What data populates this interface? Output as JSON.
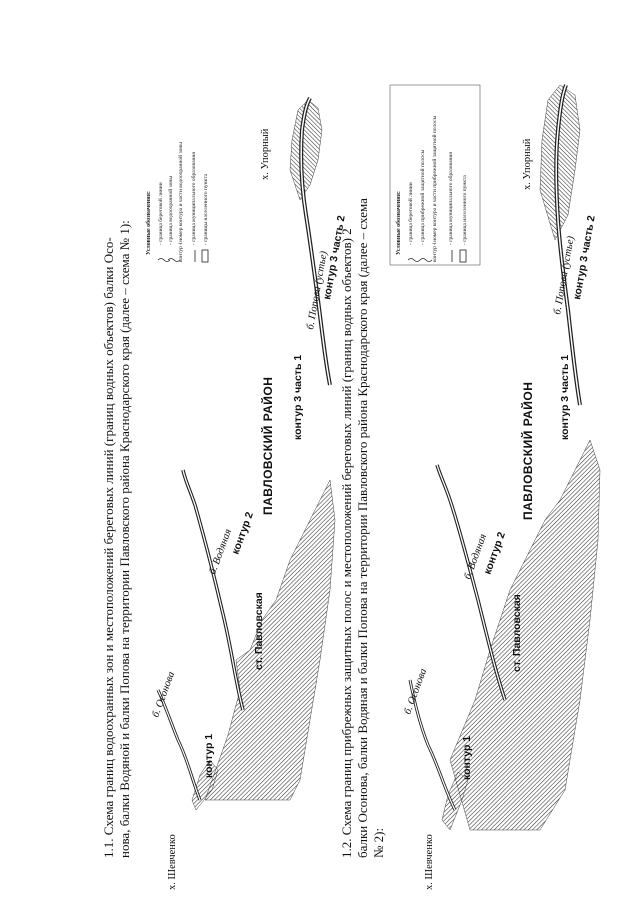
{
  "section1": {
    "line1": "1.1.    Схема границ водоохранных зон и местоположений береговых линий (границ водных объектов) балки Осо-",
    "line2": "нова, балки Водяной и балки Попова на территории Павловского района Краснодарского края (далее – схема № 1):"
  },
  "section2": {
    "line1": "1.2. Схема границ прибрежных защитных полос и местоположений береговых линий (границ водных объектов) 2",
    "line2": "балки Осонова, балки Водяная и балки Попова на территории Павловского района Краснодарского края (далее – схема",
    "line3": "№ 2):"
  },
  "map1": {
    "shevchenko": "х. Шевченко",
    "osonova": "б. Осонова",
    "kontur1": "контур 1",
    "vodyanaya": "б. Водяная",
    "kontur2": "контур 2",
    "pavlovskaya": "ст. Павловская",
    "district": "ПАВЛОВСКИЙ РАЙОН",
    "kontur3_1": "контур 3 часть 1",
    "popova": "б. Попова (устье)",
    "kontur3_2": "контур 3 часть 2",
    "upornyi": "х. Упорный",
    "legend": {
      "title": "Условные обозначения:",
      "items": [
        "- граница береговой линии",
        "- граница водоохранной зоны",
        "- номер контура и части водоохранной зоны",
        "- граница муниципального образования",
        "- границы населенного пункта"
      ],
      "sample_code": "контур 1"
    }
  },
  "map2": {
    "shevchenko": "х. Шевченко",
    "osonova": "б. Осонова",
    "kontur1": "контур 1",
    "vodyanaya": "б. Водяная",
    "kontur2": "контур 2",
    "pavlovskaya": "ст. Павловская",
    "district": "ПАВЛОВСКИЙ РАЙОН",
    "kontur3_1": "контур 3 часть 1",
    "popova": "б. Попова (устье)",
    "kontur3_2": "контур 3 часть 2",
    "upornyi": "х. Упорный",
    "legend": {
      "title": "Условные обозначения:",
      "items": [
        "- граница береговой линии",
        "- граница прибрежной защитной полосы",
        "- номер контура и части прибрежной защитной полосы",
        "- граница муниципального образования",
        "- граница населенного пункта"
      ],
      "sample_code": "контур 1"
    }
  }
}
